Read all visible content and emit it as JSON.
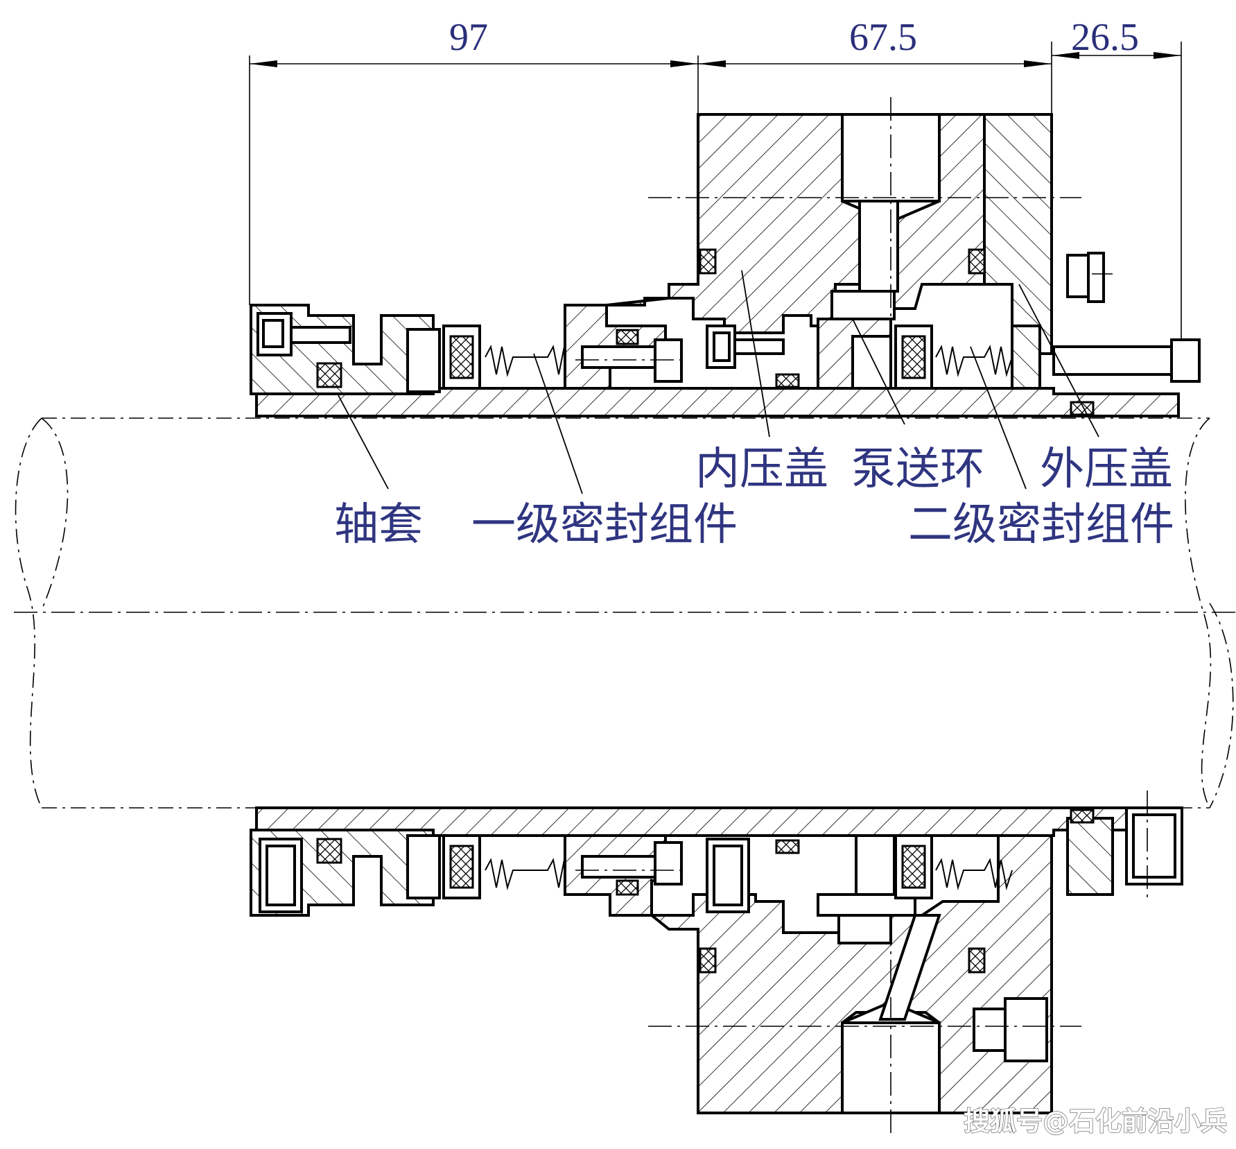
{
  "dimensions": {
    "d1": "97",
    "d2": "67.5",
    "d3": "26.5"
  },
  "labels": {
    "sleeve": "轴套",
    "primary_seal": "一级密封组件",
    "inner_gland": "内压盖",
    "pumping_ring": "泵送环",
    "outer_gland": "外压盖",
    "secondary_seal": "二级密封组件"
  },
  "watermark": "搜狐号@石化前沿小兵",
  "colors": {
    "label_blue": "#2f3580",
    "line": "#000000"
  }
}
